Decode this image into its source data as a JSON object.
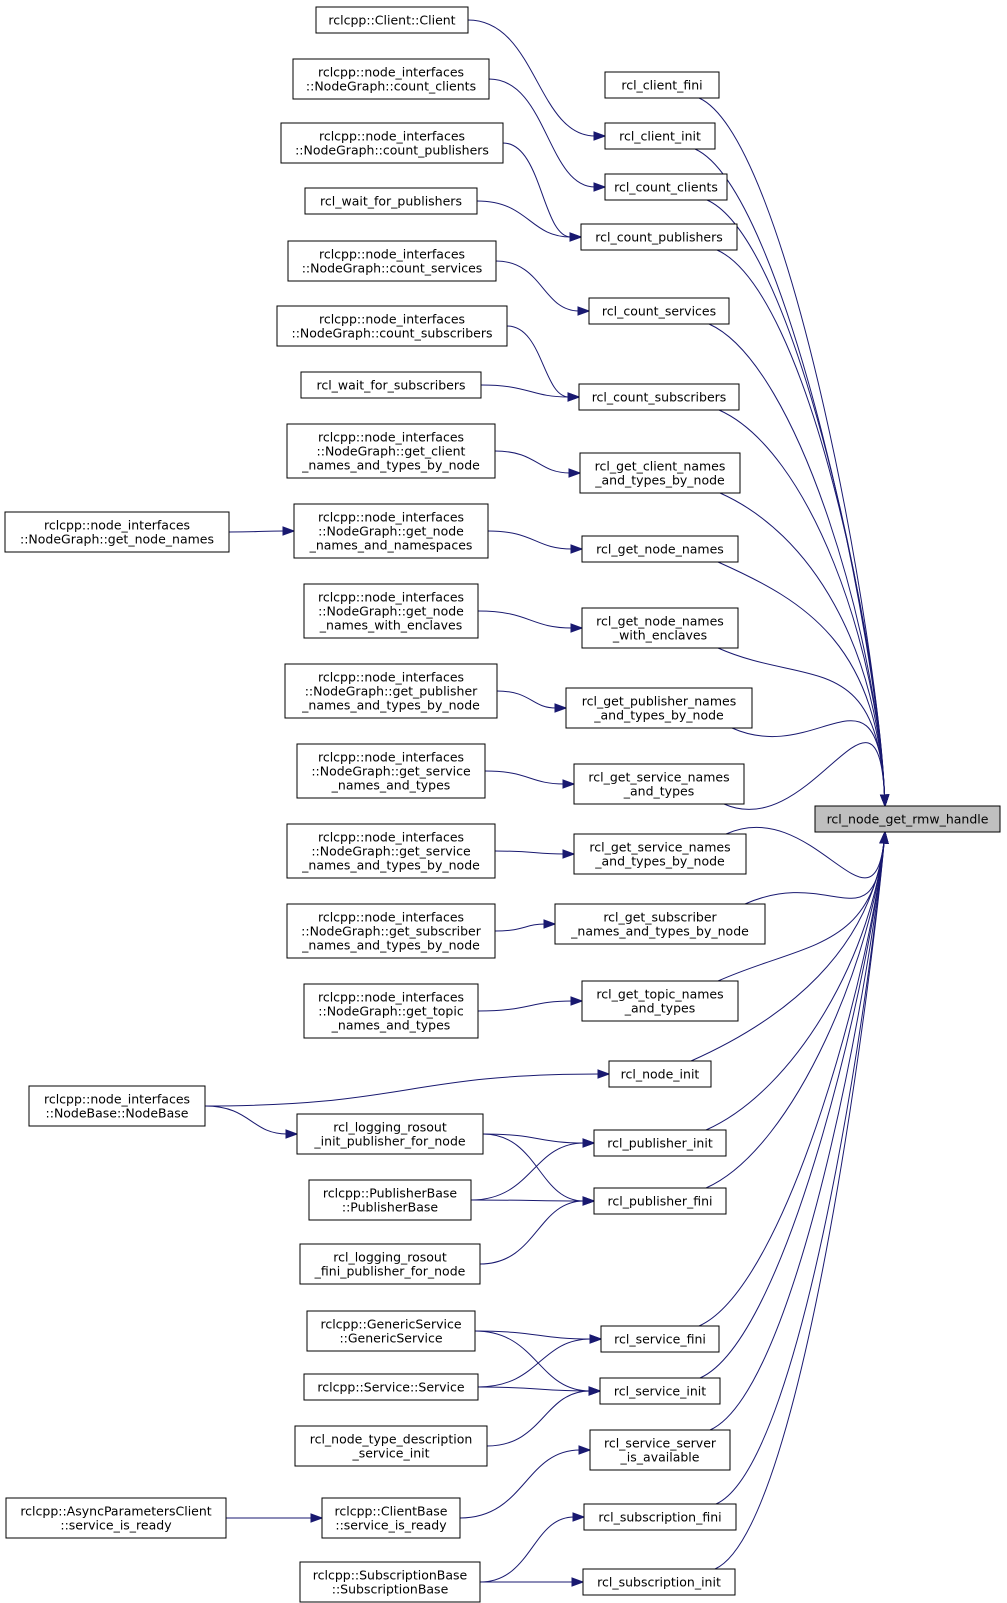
{
  "graph": {
    "type": "call-graph",
    "edge_color": "#191970",
    "root_fill": "#bfbfbf",
    "node_fill": "#ffffff",
    "nodes": [
      {
        "id": "root",
        "lines": [
          "rcl_node_get_rmw_handle"
        ],
        "root": true
      },
      {
        "id": "client_fini",
        "lines": [
          "rcl_client_fini"
        ]
      },
      {
        "id": "client_init",
        "lines": [
          "rcl_client_init"
        ]
      },
      {
        "id": "count_clients",
        "lines": [
          "rcl_count_clients"
        ]
      },
      {
        "id": "count_publishers",
        "lines": [
          "rcl_count_publishers"
        ]
      },
      {
        "id": "count_services",
        "lines": [
          "rcl_count_services"
        ]
      },
      {
        "id": "count_subscribers",
        "lines": [
          "rcl_count_subscribers"
        ]
      },
      {
        "id": "get_client_names",
        "lines": [
          "rcl_get_client_names",
          "_and_types_by_node"
        ]
      },
      {
        "id": "get_node_names",
        "lines": [
          "rcl_get_node_names"
        ]
      },
      {
        "id": "get_node_names_enc",
        "lines": [
          "rcl_get_node_names",
          "_with_enclaves"
        ]
      },
      {
        "id": "get_publisher_names",
        "lines": [
          "rcl_get_publisher_names",
          "_and_types_by_node"
        ]
      },
      {
        "id": "get_service_names",
        "lines": [
          "rcl_get_service_names",
          "_and_types"
        ]
      },
      {
        "id": "get_service_names_node",
        "lines": [
          "rcl_get_service_names",
          "_and_types_by_node"
        ]
      },
      {
        "id": "get_subscriber_names",
        "lines": [
          "rcl_get_subscriber",
          "_names_and_types_by_node"
        ]
      },
      {
        "id": "get_topic_names",
        "lines": [
          "rcl_get_topic_names",
          "_and_types"
        ]
      },
      {
        "id": "node_init",
        "lines": [
          "rcl_node_init"
        ]
      },
      {
        "id": "publisher_init",
        "lines": [
          "rcl_publisher_init"
        ]
      },
      {
        "id": "publisher_fini",
        "lines": [
          "rcl_publisher_fini"
        ]
      },
      {
        "id": "service_fini",
        "lines": [
          "rcl_service_fini"
        ]
      },
      {
        "id": "service_init",
        "lines": [
          "rcl_service_init"
        ]
      },
      {
        "id": "service_server",
        "lines": [
          "rcl_service_server",
          "_is_available"
        ]
      },
      {
        "id": "subscription_fini",
        "lines": [
          "rcl_subscription_fini"
        ]
      },
      {
        "id": "subscription_init",
        "lines": [
          "rcl_subscription_init"
        ]
      },
      {
        "id": "client_client",
        "lines": [
          "rclcpp::Client::Client"
        ]
      },
      {
        "id": "ng_count_clients",
        "lines": [
          "rclcpp::node_interfaces",
          "::NodeGraph::count_clients"
        ]
      },
      {
        "id": "ng_count_publishers",
        "lines": [
          "rclcpp::node_interfaces",
          "::NodeGraph::count_publishers"
        ]
      },
      {
        "id": "wait_publishers",
        "lines": [
          "rcl_wait_for_publishers"
        ]
      },
      {
        "id": "ng_count_services",
        "lines": [
          "rclcpp::node_interfaces",
          "::NodeGraph::count_services"
        ]
      },
      {
        "id": "ng_count_subscribers",
        "lines": [
          "rclcpp::node_interfaces",
          "::NodeGraph::count_subscribers"
        ]
      },
      {
        "id": "wait_subscribers",
        "lines": [
          "rcl_wait_for_subscribers"
        ]
      },
      {
        "id": "ng_get_client",
        "lines": [
          "rclcpp::node_interfaces",
          "::NodeGraph::get_client",
          "_names_and_types_by_node"
        ]
      },
      {
        "id": "ng_get_node_ns",
        "lines": [
          "rclcpp::node_interfaces",
          "::NodeGraph::get_node",
          "_names_and_namespaces"
        ]
      },
      {
        "id": "ng_get_node_names",
        "lines": [
          "rclcpp::node_interfaces",
          "::NodeGraph::get_node_names"
        ]
      },
      {
        "id": "ng_get_node_enc",
        "lines": [
          "rclcpp::node_interfaces",
          "::NodeGraph::get_node",
          "_names_with_enclaves"
        ]
      },
      {
        "id": "ng_get_publisher",
        "lines": [
          "rclcpp::node_interfaces",
          "::NodeGraph::get_publisher",
          "_names_and_types_by_node"
        ]
      },
      {
        "id": "ng_get_service",
        "lines": [
          "rclcpp::node_interfaces",
          "::NodeGraph::get_service",
          "_names_and_types"
        ]
      },
      {
        "id": "ng_get_service_node",
        "lines": [
          "rclcpp::node_interfaces",
          "::NodeGraph::get_service",
          "_names_and_types_by_node"
        ]
      },
      {
        "id": "ng_get_subscriber",
        "lines": [
          "rclcpp::node_interfaces",
          "::NodeGraph::get_subscriber",
          "_names_and_types_by_node"
        ]
      },
      {
        "id": "ng_get_topic",
        "lines": [
          "rclcpp::node_interfaces",
          "::NodeGraph::get_topic",
          "_names_and_types"
        ]
      },
      {
        "id": "nodebase",
        "lines": [
          "rclcpp::node_interfaces",
          "::NodeBase::NodeBase"
        ]
      },
      {
        "id": "logging_init",
        "lines": [
          "rcl_logging_rosout",
          "_init_publisher_for_node"
        ]
      },
      {
        "id": "publisherbase",
        "lines": [
          "rclcpp::PublisherBase",
          "::PublisherBase"
        ]
      },
      {
        "id": "logging_fini",
        "lines": [
          "rcl_logging_rosout",
          "_fini_publisher_for_node"
        ]
      },
      {
        "id": "generic_service",
        "lines": [
          "rclcpp::GenericService",
          "::GenericService"
        ]
      },
      {
        "id": "service_service",
        "lines": [
          "rclcpp::Service::Service"
        ]
      },
      {
        "id": "node_type_desc",
        "lines": [
          "rcl_node_type_description",
          "_service_init"
        ]
      },
      {
        "id": "async_params",
        "lines": [
          "rclcpp::AsyncParametersClient",
          "::service_is_ready"
        ]
      },
      {
        "id": "clientbase",
        "lines": [
          "rclcpp::ClientBase",
          "::service_is_ready"
        ]
      },
      {
        "id": "subscriptionbase",
        "lines": [
          "rclcpp::SubscriptionBase",
          "::SubscriptionBase"
        ]
      }
    ]
  }
}
